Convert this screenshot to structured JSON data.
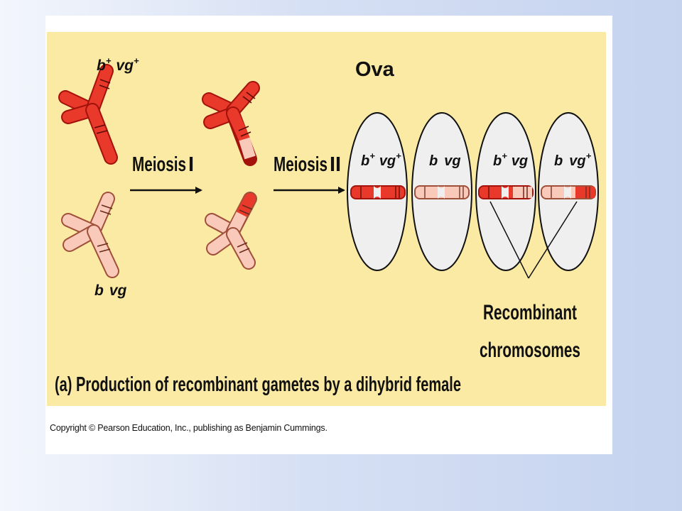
{
  "colors": {
    "dominant": "#e8392b",
    "dominant_dark": "#a3120b",
    "recessive": "#f9c9b9",
    "recessive_dark": "#a0503a",
    "panel": "#fbeaa4"
  },
  "labels": {
    "parent_dominant": {
      "b": "b",
      "sup1": "+",
      "vg": "vg",
      "sup2": "+"
    },
    "parent_recessive": {
      "b": "b",
      "vg": "vg"
    },
    "meiosis1": {
      "word": "Meiosis",
      "numeral": "I"
    },
    "meiosis2": {
      "word": "Meiosis",
      "numeral": "II"
    },
    "ova": "Ova",
    "recombinant": {
      "line1": "Recombinant",
      "line2": "chromosomes"
    },
    "caption": "(a) Production of recombinant gametes by a dihybrid female",
    "copyright": "Copyright © Pearson Education, Inc., publishing as Benjamin Cummings."
  },
  "ova": [
    {
      "b": "b",
      "bsup": "+",
      "vg": "vg",
      "vgsup": "+"
    },
    {
      "b": "b",
      "bsup": "",
      "vg": "vg",
      "vgsup": ""
    },
    {
      "b": "b",
      "bsup": "+",
      "vg": "vg",
      "vgsup": ""
    },
    {
      "b": "b",
      "bsup": "",
      "vg": "vg",
      "vgsup": "+"
    }
  ]
}
